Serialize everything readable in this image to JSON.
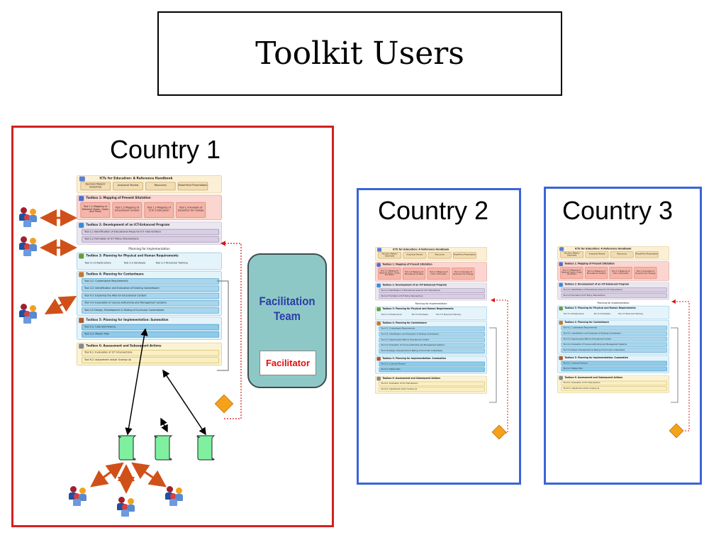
{
  "title": "Toolkit Users",
  "countries": [
    {
      "label": "Country 1"
    },
    {
      "label": "Country 2"
    },
    {
      "label": "Country 3"
    }
  ],
  "handbook": {
    "title": "ICTs for Education: A Reference Handbook",
    "buttons": [
      "Decision Makers' Essentials",
      "Analytical Review",
      "Resources",
      "PowerPoint Presentation"
    ],
    "toolbox1": {
      "title": "Toolbox 1: Mapping of Present Situtation",
      "tools": [
        "Tool 1.1 Mapping of National Vision, Goals and Plans",
        "Tool 1.2 Mapping of Educational Context",
        "Tool 1.3 Mapping of ICTs in Education",
        "Tool 1.4 Analysis of Dynamics for Change"
      ]
    },
    "toolbox2": {
      "title": "Toolbox 2: Development of an ICT-Enhanced Program",
      "tools": [
        "Tool 2.1 Identification of Educational Areas for ICT Interventions",
        "Tool 2.2 Formation of ICT Policy Interventions"
      ]
    },
    "planning_label": "Planning for Implementation",
    "toolbox3": {
      "title": "Toolbox 3: Planning for Physical and Human Requirements",
      "tools": [
        "Tool 3.1 Infrastructure",
        "Tool 3.2 Hardware",
        "Tool 3.3 Personnel Training"
      ]
    },
    "toolbox4": {
      "title": "Toolbox 4: Planning for Contentware",
      "tools": [
        "Tool 4.1: Contentware Requirements",
        "Tool 4.2: Identification and Evaluation of Existing Contentware",
        "Tool 4.3: Exploring the Web for Educational Content",
        "Tool 4.4: Evaluation of Course Authorship and Management Systems",
        "Tool 4.5 Design, Development & Testing of Curricular Contentware"
      ]
    },
    "toolbox5": {
      "title": "Toolbox 5: Planning for Implementation: Summation",
      "tools": [
        "Tool 5.1: Cost and Finance",
        "Tool 5.2: Master Plan"
      ]
    },
    "toolbox6": {
      "title": "Toolbox 6: Assessment and Subsequent Actions",
      "tools": [
        "Tool 6.1: Evaluation of ICT Interventions",
        "Tool 6.2: Adjustment and/or Scaling Up"
      ]
    }
  },
  "facilitation_team": {
    "line1": "Facilitation",
    "line2": "Team",
    "facilitator": "Facilitator"
  },
  "colors": {
    "country1_border": "#d32020",
    "country_border": "#3a64d8",
    "team_fill": "#8ec8c6",
    "arrow": "#d0501a",
    "scroll": "#7ff0a0"
  }
}
